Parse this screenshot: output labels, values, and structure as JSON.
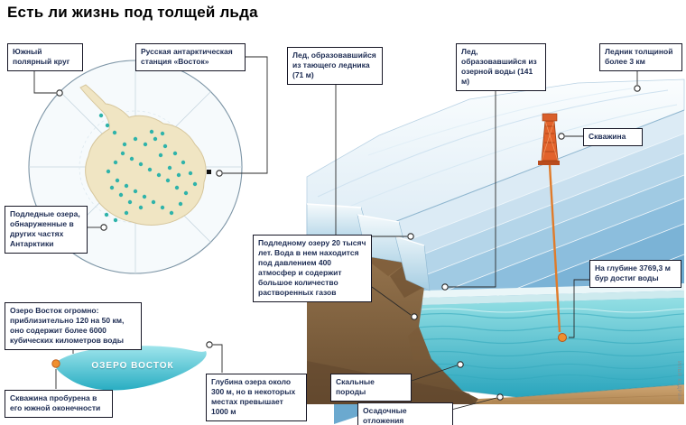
{
  "title": "Есть ли жизнь под толщей льда",
  "credit": "ИЛЬЯ КУДРИН",
  "map": {
    "polar_circle": "Южный полярный круг",
    "station": "Русская антарктическая станция «Восток»",
    "sublakes": "Подледные озера, обнаруженные в других частях Антарктики",
    "lake_size": "Озеро Восток огромно: приблизительно 120 на 50 км, оно содержит более 6000 кубических километров воды",
    "borehole_tip": "Скважина пробурена в его южной оконечности",
    "lake_depth": "Глубина озера около 300 м, но в некоторых местах превышает 1000 м",
    "lake_name": "ОЗЕРО ВОСТОК"
  },
  "section": {
    "melt_ice": "Лед, образовавшийся из тающего ледника (71 м)",
    "lake_ice": "Лед, образовавшийся из озерной воды (141 м)",
    "glacier": "Ледник толщиной более 3 км",
    "borehole": "Скважина",
    "lake_facts": "Подледному озеру 20 тысяч лет. Вода в нем находится под давлением 400 атмосфер и содержит большое количество растворенных газов",
    "drill_depth": "На глубине 3769,3 м бур достиг воды",
    "rocks": "Скальные породы",
    "sediments": "Осадочные отложения"
  },
  "colors": {
    "accent_orange": "#ef8f2f",
    "lake_teal": "#2cb4c8",
    "dots_teal": "#2fb3aa",
    "ice_blue": "#a0cae3",
    "rock_brown": "#8a6847"
  }
}
